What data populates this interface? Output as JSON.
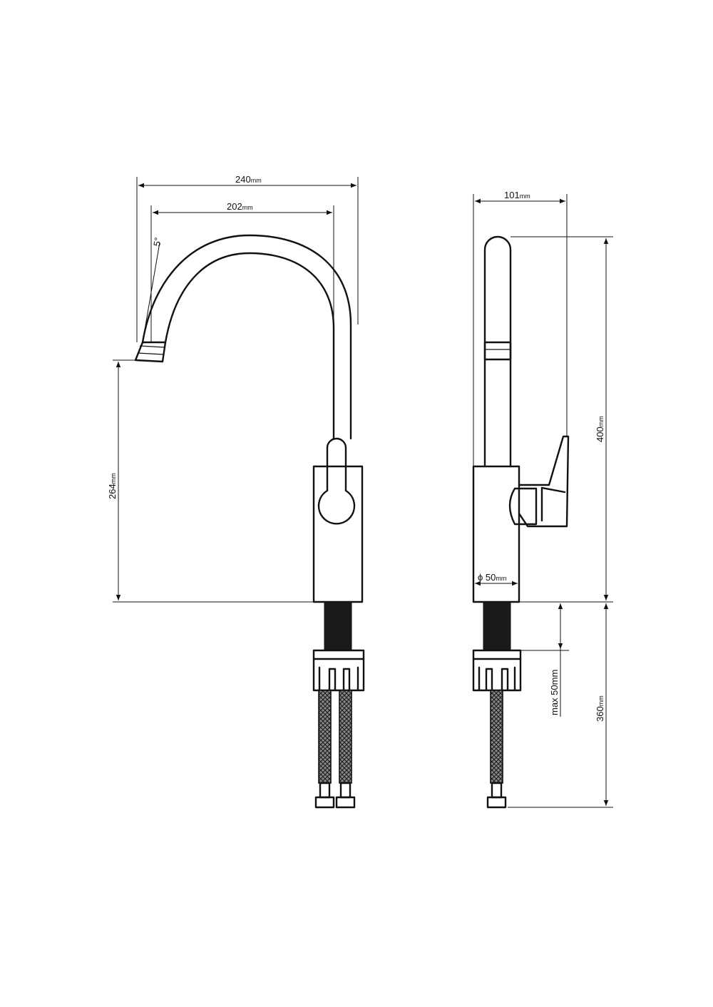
{
  "front_view": {
    "overall_width": {
      "value": "240",
      "unit": "mm"
    },
    "spout_reach": {
      "value": "202",
      "unit": "mm"
    },
    "spout_angle": "5°",
    "spout_height": {
      "value": "264",
      "unit": "mm"
    }
  },
  "side_view": {
    "depth": {
      "value": "101",
      "unit": "mm"
    },
    "total_height": {
      "value": "400",
      "unit": "mm"
    },
    "base_diameter": {
      "value": "ϕ 50",
      "unit": "mm"
    },
    "max_thickness": "max 50mm",
    "hose_length": {
      "value": "360",
      "unit": "mm"
    }
  }
}
